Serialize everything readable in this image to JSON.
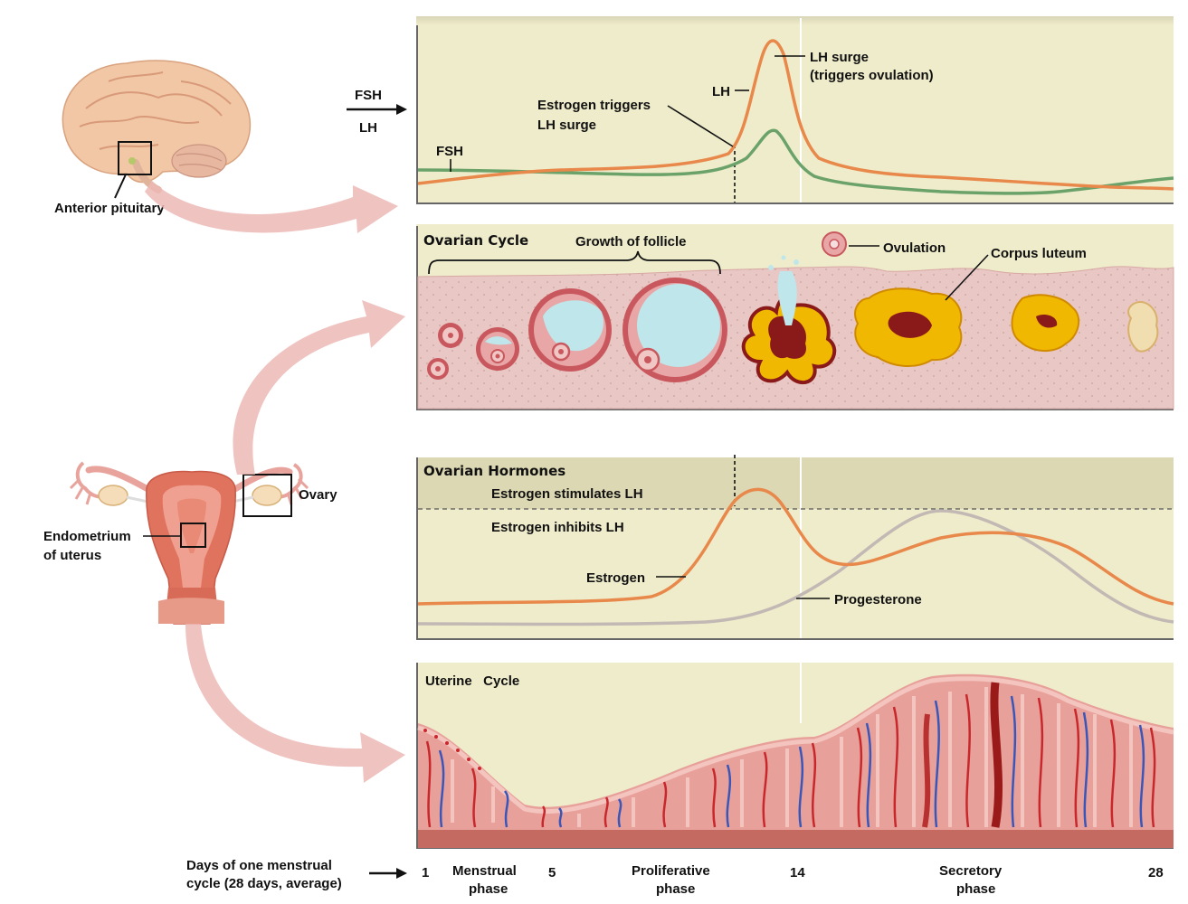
{
  "labels": {
    "anterior_pituitary": "Anterior pituitary",
    "fsh_arrow": "FSH",
    "lh_arrow": "LH",
    "fsh_curve": "FSH",
    "lh_curve": "LH",
    "estrogen_triggers_1": "Estrogen triggers",
    "estrogen_triggers_2": "LH surge",
    "lh_surge_1": "LH surge",
    "lh_surge_2": "(triggers ovulation)",
    "ovarian_cycle": "Ovarian Cycle",
    "growth_of_follicle": "Growth of follicle",
    "ovulation": "Ovulation",
    "corpus_luteum": "Corpus luteum",
    "ovarian_hormones": "Ovarian Hormones",
    "estrogen_stimulates": "Estrogen stimulates LH",
    "estrogen_inhibits": "Estrogen inhibits LH",
    "estrogen_curve": "Estrogen",
    "progesterone_curve": "Progesterone",
    "ovary": "Ovary",
    "endometrium_1": "Endometrium",
    "endometrium_2": "of uterus",
    "uterine_cycle": "Uterine   Cycle",
    "days_1": "Days of one menstrual",
    "days_2": "cycle (28 days, average)"
  },
  "timeline": {
    "day_1": "1",
    "day_5": "5",
    "day_14": "14",
    "day_28": "28",
    "menstrual_1": "Menstrual",
    "menstrual_2": "phase",
    "proliferative_1": "Proliferative",
    "proliferative_2": "phase",
    "secretory_1": "Secretory",
    "secretory_2": "phase"
  },
  "colors": {
    "panel_bg": "#efeccb",
    "lh_curve": "#e8884a",
    "fsh_curve": "#6aa26a",
    "estrogen_curve": "#e8884a",
    "progesterone_curve": "#c2b8b4",
    "tissue_pink": "#e8c7c4",
    "arrow_pink": "#ecb8b5",
    "follicle_fluid": "#bfe6ea",
    "corpus_luteum": "#f0b800",
    "vessel_red": "#c8282c",
    "vessel_blue": "#3a56b8"
  }
}
